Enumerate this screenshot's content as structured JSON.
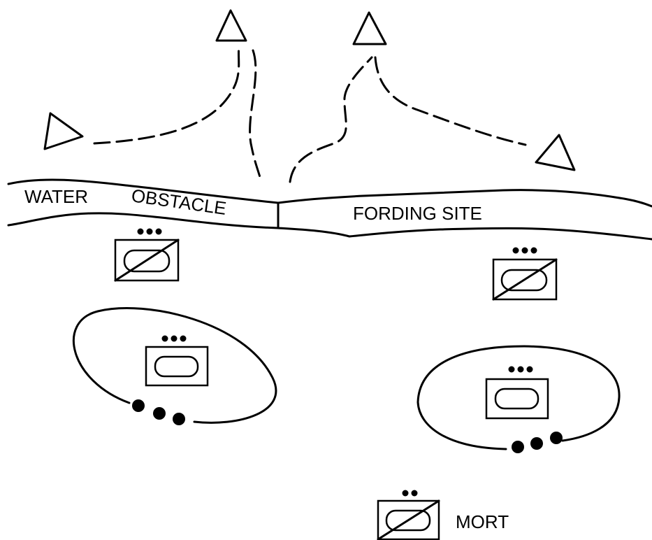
{
  "labels": {
    "water": "WATER",
    "obstacle": "OBSTACLE",
    "fording_site": "FORDING SITE",
    "mort": "MORT"
  },
  "colors": {
    "ink": "#000000",
    "background": "#ffffff"
  },
  "symbols": [
    "observation-post-triangle",
    "observation-post-triangle",
    "observation-post-triangle",
    "observation-post-triangle",
    "mechanized-infantry-platoon-symbol",
    "mechanized-infantry-platoon-symbol",
    "armor-platoon-symbol",
    "armor-platoon-symbol",
    "mortar-section-symbol"
  ]
}
